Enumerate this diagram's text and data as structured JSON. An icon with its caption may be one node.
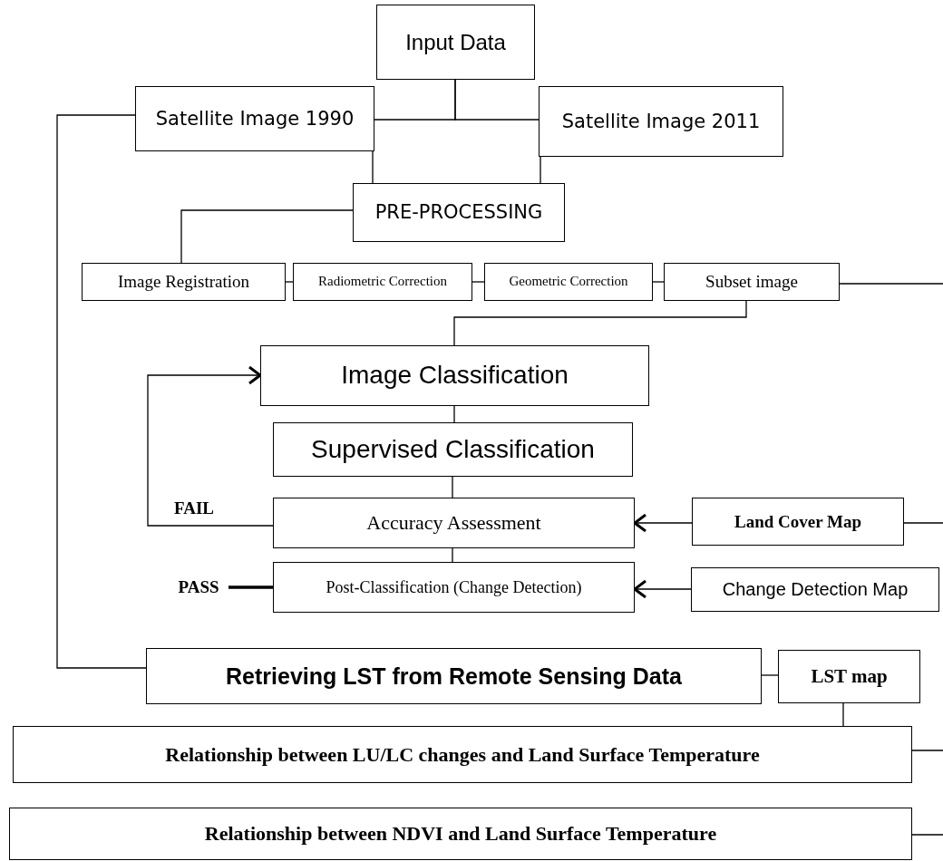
{
  "diagram": {
    "nodes": [
      {
        "text": [
          "Input Data"
        ]
      },
      {
        "text": [
          "Satellite Image 1990"
        ]
      },
      {
        "text": [
          "Satellite Image 2011"
        ]
      },
      {
        "text": [
          "PRE-PROCESSING"
        ]
      },
      {
        "text": [
          "Image Registration"
        ]
      },
      {
        "text": [
          "Radiometric Correction"
        ]
      },
      {
        "text": [
          "Geometric Correction"
        ]
      },
      {
        "text": [
          "Subset image"
        ]
      },
      {
        "text": [
          "Image Classification"
        ]
      },
      {
        "text": [
          "Supervised Classification"
        ]
      },
      {
        "text": [
          "Accuracy Assessment"
        ]
      },
      {
        "text": [
          "Land Cover Map"
        ]
      },
      {
        "text": [
          "PASS"
        ]
      },
      {
        "text": [
          "Post-Classification (Change Detection)"
        ]
      },
      {
        "text": [
          "Change Detection Map"
        ]
      },
      {
        "text": [
          "Retrieving LST from Remote Sensing Data"
        ]
      },
      {
        "text": [
          "LST map"
        ]
      },
      {
        "text": [
          "Relationship between LU/LC changes and Land Surface Temperature"
        ]
      },
      {
        "text": [
          "Relationship between NDVI and Land Surface Temperature"
        ]
      }
    ],
    "edges": [
      {
        "from": 0,
        "to": 1,
        "arrow": "none"
      },
      {
        "from": 0,
        "to": 2,
        "arrow": "none"
      },
      {
        "from": 1,
        "to": 3,
        "arrow": "none"
      },
      {
        "from": 2,
        "to": 3,
        "arrow": "none"
      },
      {
        "from": 1,
        "to": 15,
        "arrow": "none"
      },
      {
        "from": 3,
        "to": 4,
        "arrow": "none"
      },
      {
        "from": 4,
        "to": 5,
        "arrow": "none"
      },
      {
        "from": 5,
        "to": 6,
        "arrow": "none"
      },
      {
        "from": 6,
        "to": 7,
        "arrow": "none"
      },
      {
        "from": 7,
        "to": null,
        "arrow": "none"
      },
      {
        "from": 7,
        "to": 8,
        "arrow": "none"
      },
      {
        "from": 8,
        "to": 9,
        "arrow": "none"
      },
      {
        "from": 9,
        "to": 10,
        "arrow": "none"
      },
      {
        "from": 10,
        "to": 8,
        "arrow": "to",
        "label": "FAIL"
      },
      {
        "from": 11,
        "to": 10,
        "arrow": "to"
      },
      {
        "from": 11,
        "to": null,
        "arrow": "none"
      },
      {
        "from": 10,
        "to": 13,
        "arrow": "none"
      },
      {
        "from": 12,
        "to": 13,
        "arrow": "none",
        "style": "thick"
      },
      {
        "from": 14,
        "to": 13,
        "arrow": "to"
      },
      {
        "from": 15,
        "to": 16,
        "arrow": "none"
      },
      {
        "from": 16,
        "to": 17,
        "arrow": "none"
      },
      {
        "from": 17,
        "to": null,
        "arrow": "none"
      },
      {
        "from": 18,
        "to": null,
        "arrow": "none"
      }
    ]
  }
}
